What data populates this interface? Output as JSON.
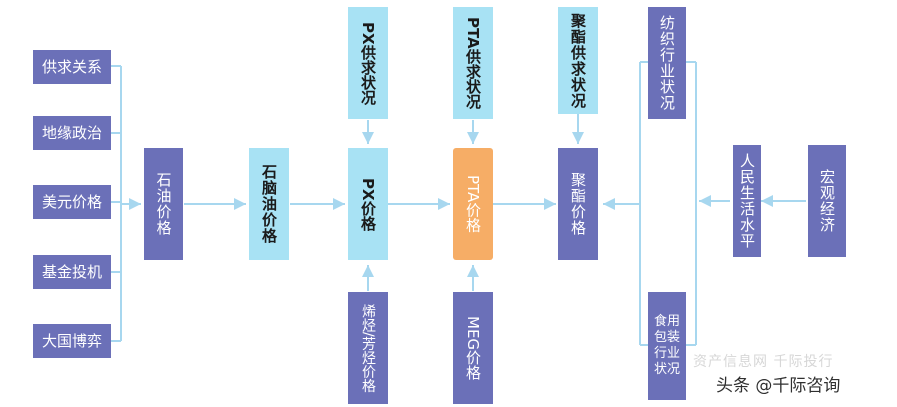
{
  "colors": {
    "purple": "#6b70b8",
    "cyan": "#a8e2f4",
    "orange": "#f6ad66",
    "line": "#a7d7ef"
  },
  "factors": [
    "供求关系",
    "地缘政治",
    "美元价格",
    "基金投机",
    "大国博弈"
  ],
  "nodes": {
    "crude_oil_price": "石油价格",
    "naphtha_price": "石脑油价格",
    "px_supply": "PX供求状况",
    "px_price": "PX价格",
    "olefin_aromatic_price": "烯烃/芳烃价格",
    "pta_supply": "PTA供求状况",
    "pta_price": "PTA价格",
    "meg_price": "MEG价格",
    "polyester_supply": "聚酯供求状况",
    "polyester_price": "聚酯价格",
    "textile_industry": "纺织行业状况",
    "food_packaging_industry": "食用包装行业状况",
    "living_standard": "人民生活水平",
    "macro_economy": "宏观经济"
  },
  "watermark": "资产信息网 千际投行",
  "credit": "头条 @千际咨询"
}
